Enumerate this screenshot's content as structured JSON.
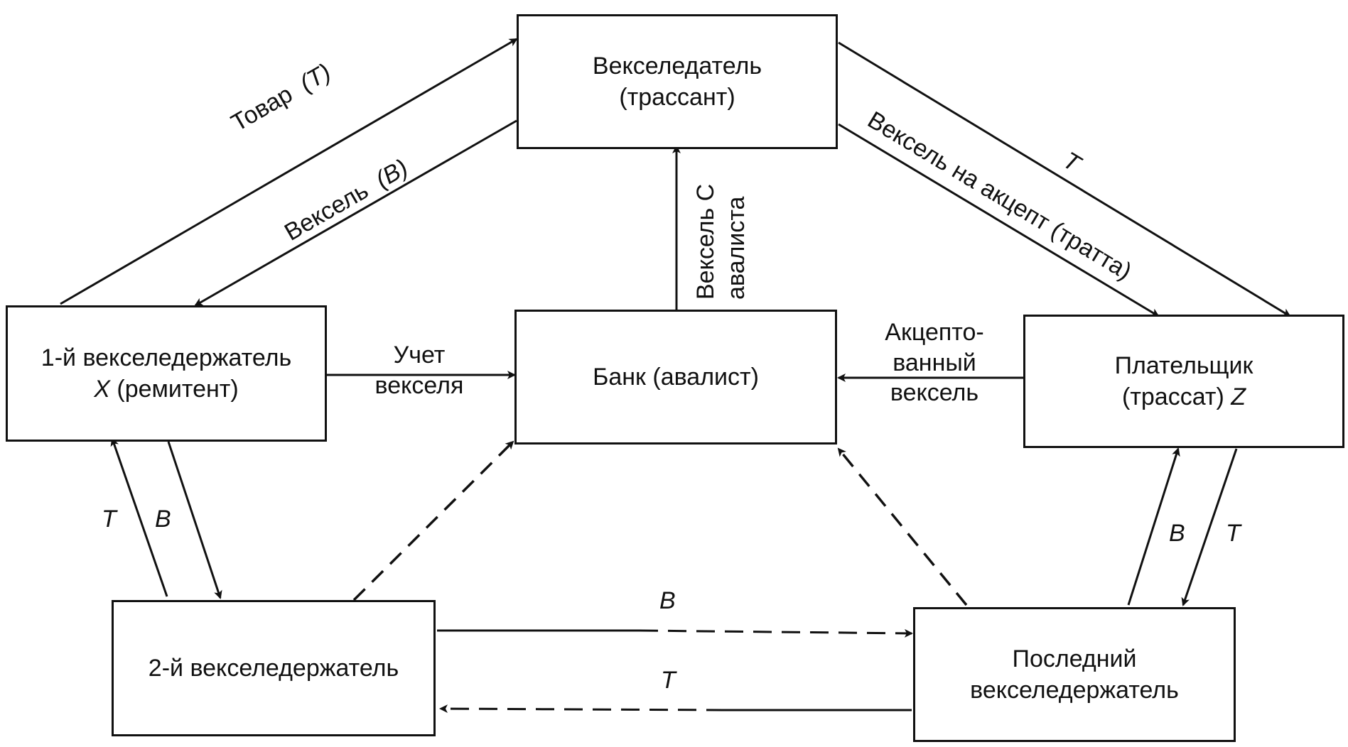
{
  "nodes": {
    "drawer": {
      "line1": "Векселедатель",
      "line2": "(трассант)"
    },
    "holder1": {
      "line1": "1-й векселедержатель",
      "line2_var": "X",
      "line2_rest": " (ремитент)"
    },
    "bank": {
      "label": "Банк (авалист)"
    },
    "payer": {
      "line1": "Плательщик",
      "line2_pre": "(трассат) ",
      "line2_var": "Z"
    },
    "holder2": {
      "label": "2-й векселедержатель"
    },
    "last_holder": {
      "line1": "Последний",
      "line2": "векселедержатель"
    }
  },
  "edges": {
    "goods_label": "Товар",
    "goods_var": "(T)",
    "bill_label": "Вексель",
    "bill_var": "(B)",
    "bill_acceptance": "Вексель на акцепт (тратта)",
    "t_top_right": "T",
    "aval_bill_line1": "Вексель С",
    "aval_bill_line2": "авалиста",
    "discount_line1": "Учет",
    "discount_line2": "векселя",
    "accepted_line1": "Акцепто-",
    "accepted_line2": "ванный",
    "accepted_line3": "вексель",
    "t_left": "T",
    "b_left": "B",
    "b_right": "B",
    "t_right": "T",
    "b_bottom": "B",
    "t_bottom": "T"
  }
}
